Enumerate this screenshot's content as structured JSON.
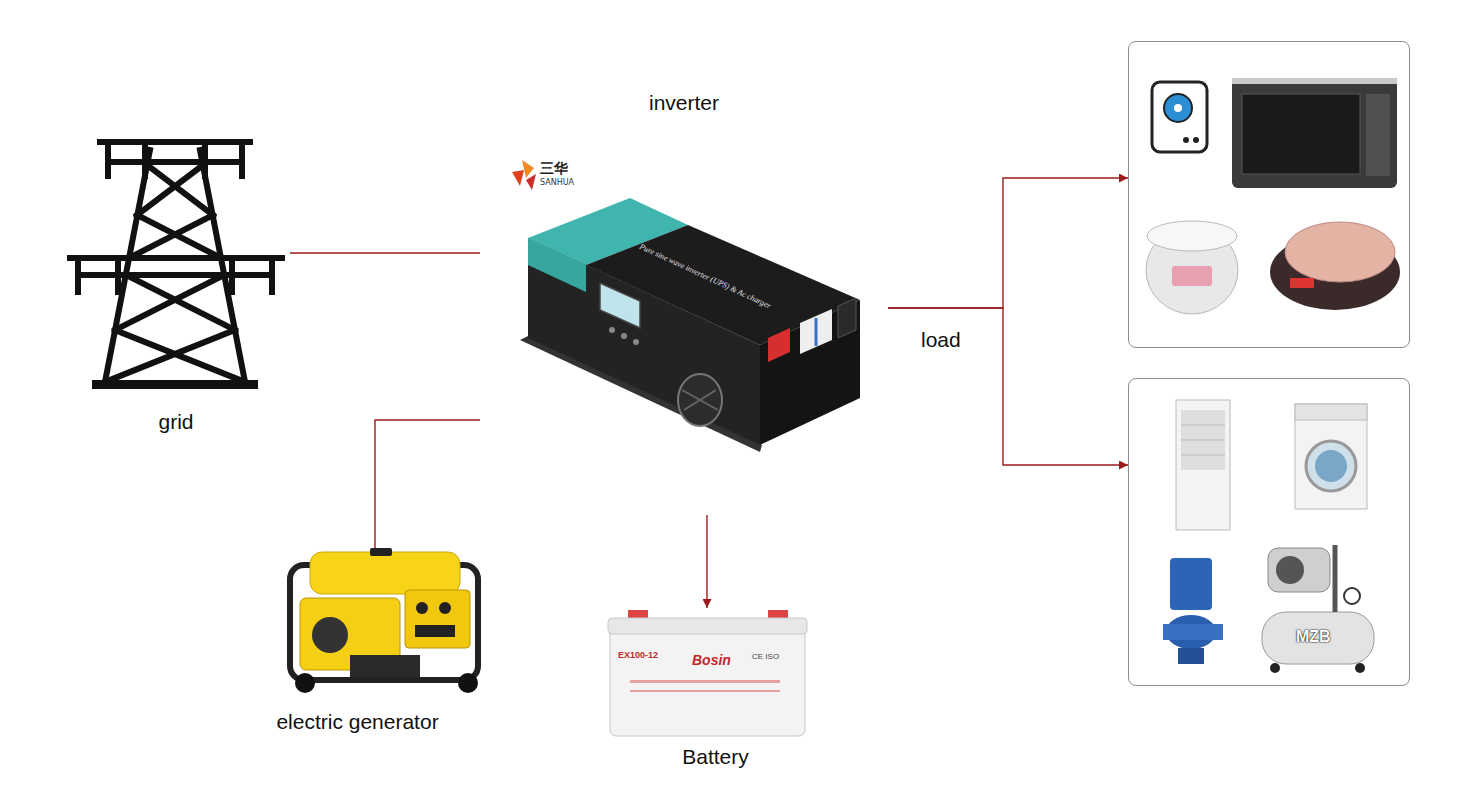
{
  "diagram": {
    "nodes": [
      {
        "text": [
          "grid"
        ]
      },
      {
        "text": [
          "inverter"
        ]
      },
      {
        "text": [
          "electric generator"
        ]
      },
      {
        "text": [
          "Battery"
        ]
      },
      {
        "text": []
      },
      {
        "text": []
      }
    ],
    "edges": [
      {
        "from": 0,
        "to": 1,
        "arrow": "none"
      },
      {
        "from": 2,
        "to": 1,
        "arrow": "none"
      },
      {
        "from": 1,
        "to": 3,
        "arrow": "to"
      },
      {
        "from": 1,
        "to": 4,
        "arrow": "to"
      },
      {
        "from": 1,
        "to": 5,
        "arrow": "to"
      }
    ],
    "labels": [
      "三华",
      "SANHUA",
      "Pure sine wave inverter (UPS) & Ac charger",
      "load",
      "EX100-12",
      "Bosin",
      "CE ISO",
      "MZB"
    ]
  }
}
